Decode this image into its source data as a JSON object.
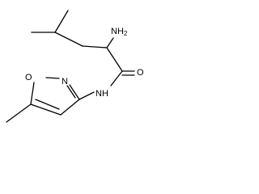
{
  "molecule": {
    "atoms": [
      {
        "id": "nh2",
        "label": "NH2",
        "display_text": "NH",
        "subscript": "2"
      },
      {
        "id": "o_carbonyl",
        "label": "O"
      },
      {
        "id": "o_ring",
        "label": "O"
      },
      {
        "id": "n_ring",
        "label": "N"
      },
      {
        "id": "nh",
        "label": "NH"
      }
    ]
  },
  "colors": {
    "bond": "#000000",
    "label": "#000000",
    "background": "#ffffff"
  }
}
